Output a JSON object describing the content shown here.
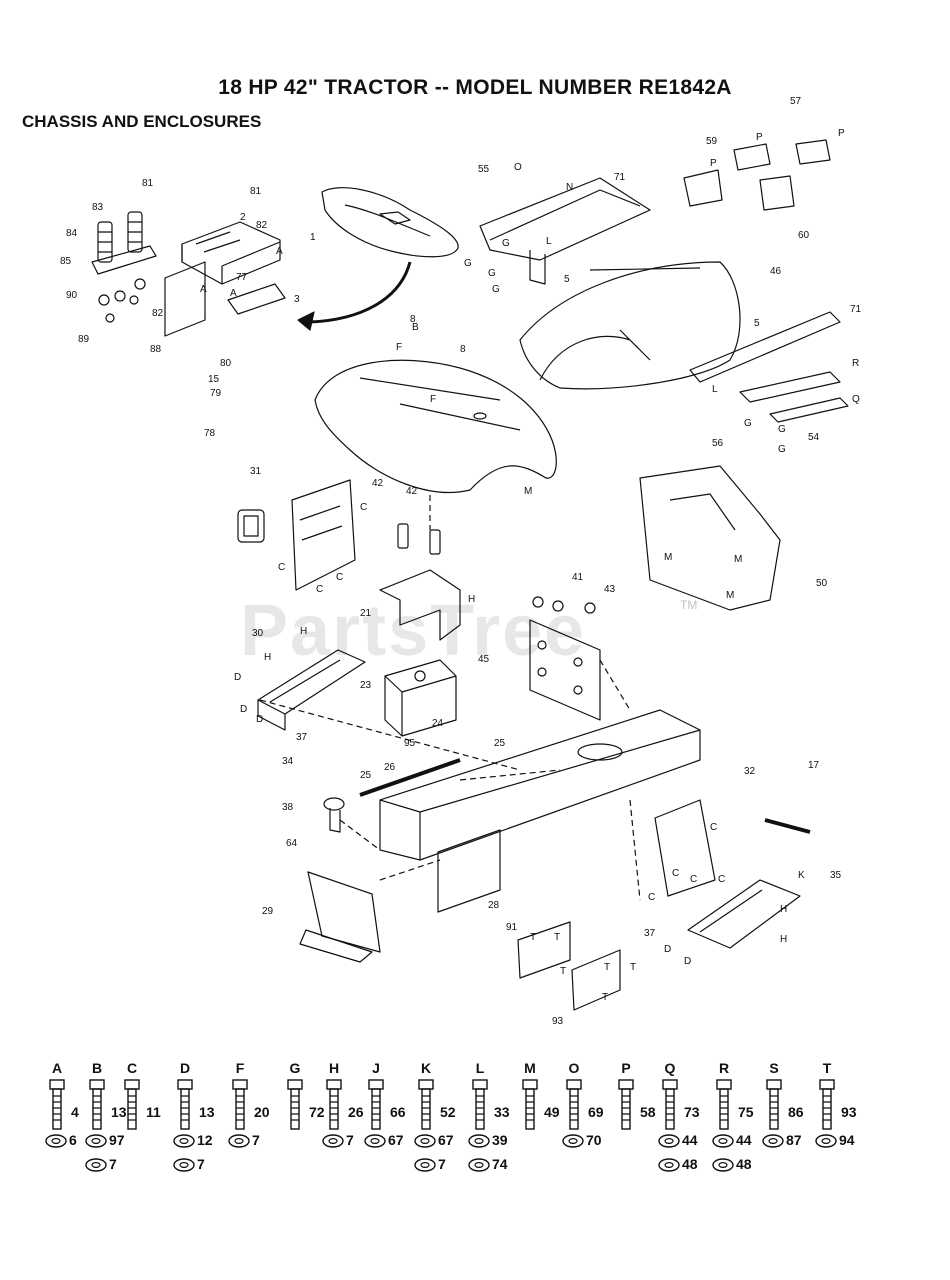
{
  "header": {
    "title": "18 HP 42\" TRACTOR -- MODEL NUMBER RE1842A",
    "subtitle": "CHASSIS AND ENCLOSURES"
  },
  "watermark": {
    "text": "PartsTree",
    "tm": "TM"
  },
  "callouts": [
    "81",
    "81",
    "83",
    "2",
    "82",
    "84",
    "85",
    "90",
    "89",
    "82",
    "88",
    "80",
    "77",
    "3",
    "1",
    "15",
    "79",
    "78",
    "55",
    "71",
    "5",
    "57",
    "59",
    "60",
    "46",
    "5",
    "71",
    "54",
    "8",
    "8",
    "56",
    "50",
    "31",
    "42",
    "42",
    "30",
    "21",
    "41",
    "43",
    "45",
    "23",
    "24",
    "95",
    "25",
    "37",
    "34",
    "26",
    "25",
    "38",
    "64",
    "28",
    "29",
    "32",
    "17",
    "35",
    "37",
    "91",
    "93"
  ],
  "letters": [
    "A",
    "A",
    "A",
    "B",
    "F",
    "F",
    "G",
    "G",
    "G",
    "G",
    "G",
    "G",
    "G",
    "L",
    "L",
    "N",
    "O",
    "P",
    "P",
    "P",
    "R",
    "Q",
    "M",
    "M",
    "M",
    "M",
    "D",
    "C",
    "C",
    "C",
    "C",
    "H",
    "H",
    "H",
    "D",
    "D",
    "C",
    "C",
    "C",
    "C",
    "C",
    "K",
    "H",
    "H",
    "D",
    "D",
    "T",
    "T",
    "T",
    "T",
    "T",
    "T"
  ],
  "hardware": [
    {
      "letter": "A",
      "parts": [
        "4",
        "6"
      ]
    },
    {
      "letter": "B",
      "parts": [
        "13",
        "97",
        "7"
      ]
    },
    {
      "letter": "C",
      "parts": [
        "11"
      ]
    },
    {
      "letter": "D",
      "parts": [
        "13",
        "12",
        "7"
      ]
    },
    {
      "letter": "F",
      "parts": [
        "20",
        "7"
      ]
    },
    {
      "letter": "G",
      "parts": [
        "72"
      ]
    },
    {
      "letter": "H",
      "parts": [
        "26",
        "7"
      ]
    },
    {
      "letter": "J",
      "parts": [
        "66",
        "67"
      ]
    },
    {
      "letter": "K",
      "parts": [
        "52",
        "67",
        "7"
      ]
    },
    {
      "letter": "L",
      "parts": [
        "33",
        "39",
        "74"
      ]
    },
    {
      "letter": "M",
      "parts": [
        "49"
      ]
    },
    {
      "letter": "O",
      "parts": [
        "69",
        "70"
      ]
    },
    {
      "letter": "P",
      "parts": [
        "58"
      ]
    },
    {
      "letter": "Q",
      "parts": [
        "73",
        "44",
        "48"
      ]
    },
    {
      "letter": "R",
      "parts": [
        "75",
        "44",
        "48"
      ]
    },
    {
      "letter": "S",
      "parts": [
        "86",
        "87"
      ]
    },
    {
      "letter": "T",
      "parts": [
        "93",
        "94"
      ]
    }
  ]
}
